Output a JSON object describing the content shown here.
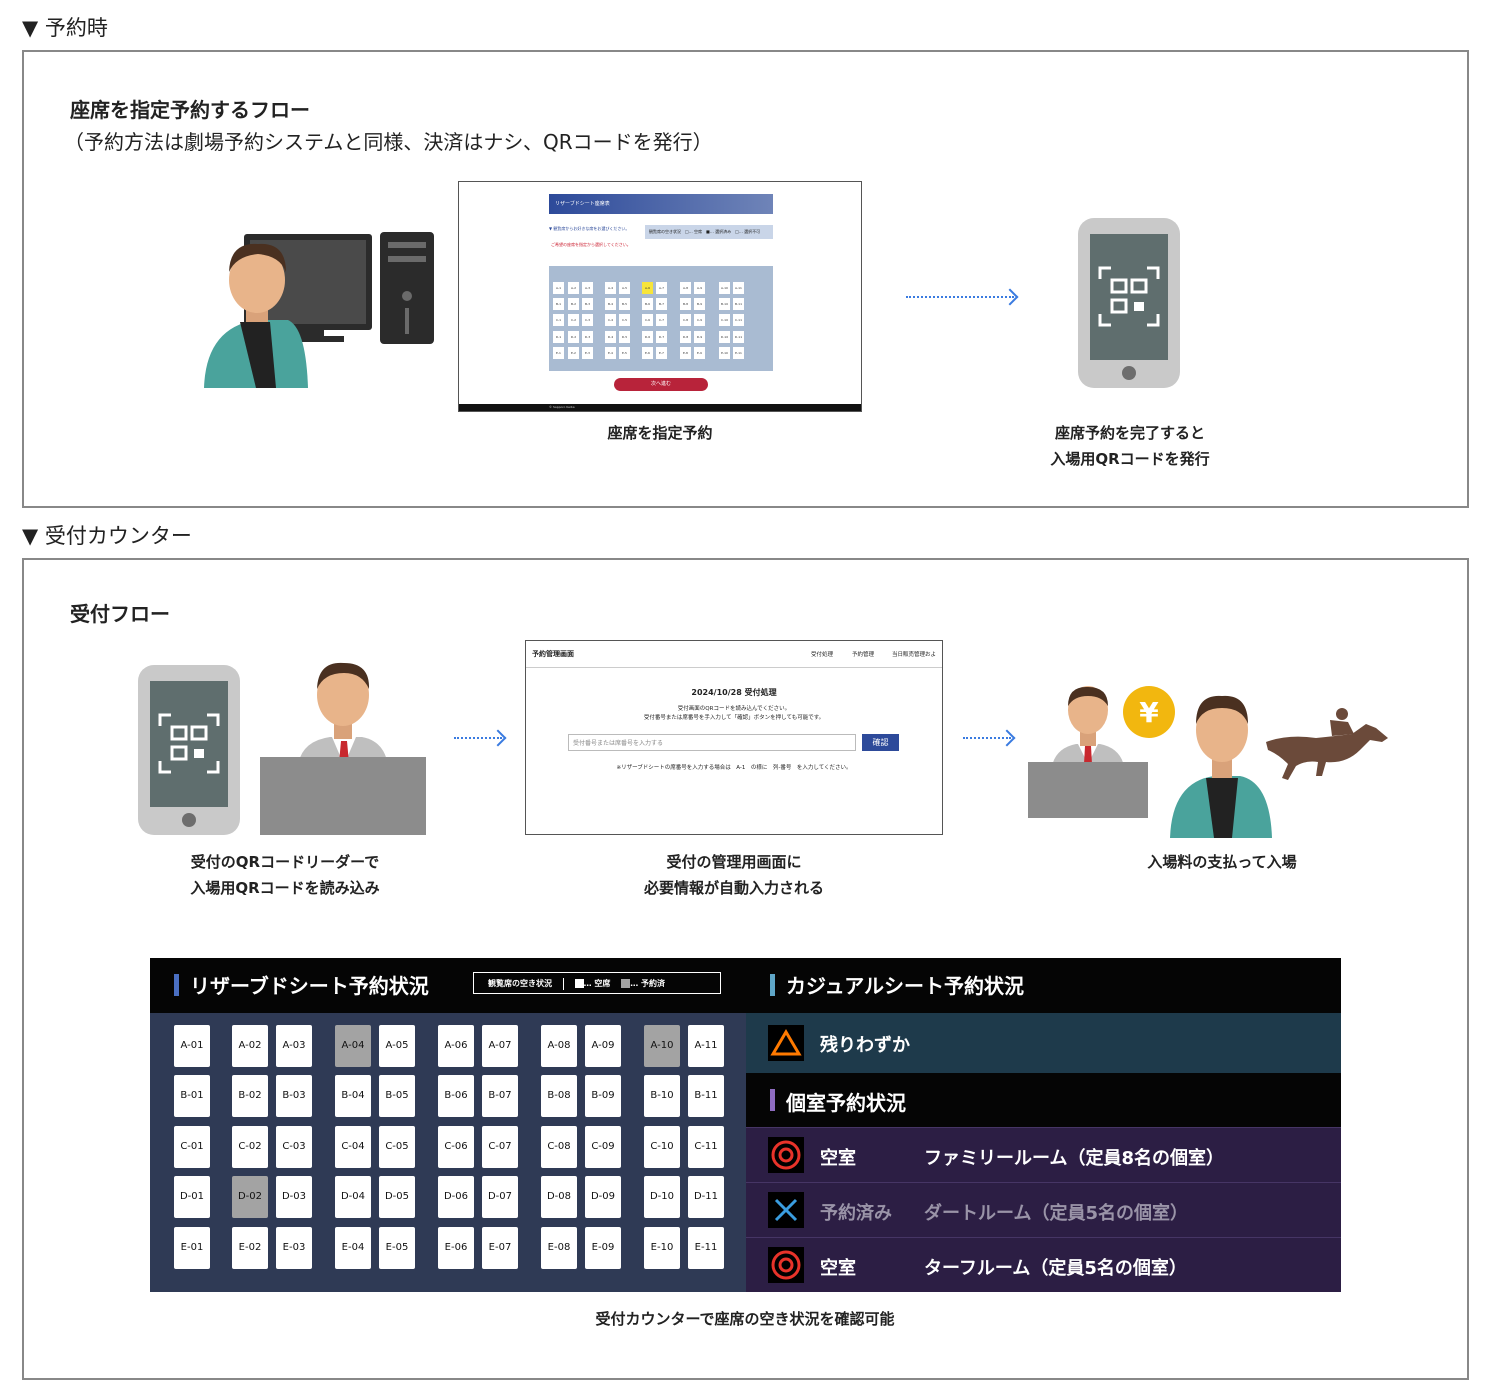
{
  "section1": {
    "label": "▼ 予約時",
    "title": "座席を指定予約するフロー",
    "subtitle": "（予約方法は劇場予約システムと同様、決済はナシ、QRコードを発行）",
    "caption_screen": "座席を指定予約",
    "caption_phone_line1": "座席予約を完了すると",
    "caption_phone_line2": "入場用QRコードを発行",
    "mock": {
      "header": "リザーブドシート座席表",
      "select_text": "▼ 観覧席からお好きな席をお選びください。",
      "legend": "観覧席の空き状況　□… 空席　■… 選択済み　□… 選択不可",
      "note": "ご希望の座席を指定から選択してください。",
      "next_button": "次へ進む",
      "footer": "© Sapporo Keiba"
    }
  },
  "section2": {
    "label": "▼ 受付カウンター",
    "title": "受付フロー",
    "caption_reader_line1": "受付のQRコードリーダーで",
    "caption_reader_line2": "入場用QRコードを読み込み",
    "caption_admin_line1": "受付の管理用画面に",
    "caption_admin_line2": "必要情報が自動入力される",
    "caption_pay": "入場料の支払って入場",
    "yen_symbol": "¥",
    "mock": {
      "title": "予約管理画面",
      "nav": [
        "受付処理",
        "予約管理",
        "当日販売管理およ"
      ],
      "heading": "2024/10/28 受付処理",
      "desc_line1": "受付画面のQRコードを読み込んでください。",
      "desc_line2": "受付番号または席番号を手入力して「確認」ボタンを押しても可能です。",
      "input_placeholder": "受付番号または席番号を入力する",
      "confirm_button": "確認",
      "note": "※リザーブドシートの席番号を入力する場合は　A-1　の様に　列-番号　を入力してください。"
    }
  },
  "board": {
    "reserved_title": "リザーブドシート予約状況",
    "legend_label": "観覧席の空き状況",
    "legend_empty": "… 空席",
    "legend_reserved": "… 予約済",
    "casual_title": "カジュアルシート予約状況",
    "casual_status": "残りわずか",
    "private_title": "個室予約状況",
    "rooms": [
      {
        "status": "空室",
        "name": "ファミリールーム（定員8名の個室）",
        "symbol": "double-circle"
      },
      {
        "status": "予約済み",
        "name": "ダートルーム（定員5名の個室）",
        "symbol": "cross"
      },
      {
        "status": "空室",
        "name": "ターフルーム（定員5名の個室）",
        "symbol": "double-circle"
      }
    ],
    "rows": [
      "A",
      "B",
      "C",
      "D",
      "E"
    ],
    "reserved_seats": [
      "A-04",
      "A-10",
      "D-02"
    ],
    "caption": "受付カウンターで座席の空き状況を確認可能",
    "colors": {
      "accent_blue": "#4a6fc2",
      "accent_teal": "#5fa6c8",
      "accent_purple": "#8e6cc0",
      "warning": "#ff7a00",
      "circle": "#e8332a"
    }
  }
}
